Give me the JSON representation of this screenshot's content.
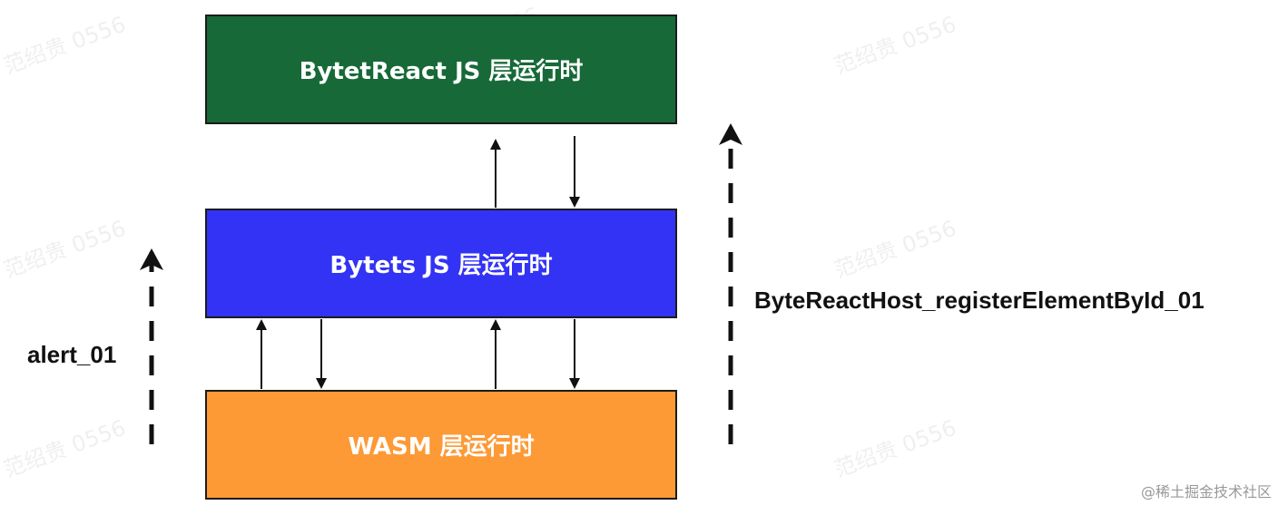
{
  "layers": {
    "top": {
      "label": "BytetReact JS 层运行时",
      "color": "#176938"
    },
    "middle": {
      "label": "Bytets JS 层运行时",
      "color": "#3333f5"
    },
    "bottom": {
      "label": "WASM 层运行时",
      "color": "#fd9a36"
    }
  },
  "side_labels": {
    "left": "alert_01",
    "right": "ByteReactHost_registerElementById_01"
  },
  "watermark_text": "范绍贵 0556",
  "credit": "@稀土掘金技术社区"
}
